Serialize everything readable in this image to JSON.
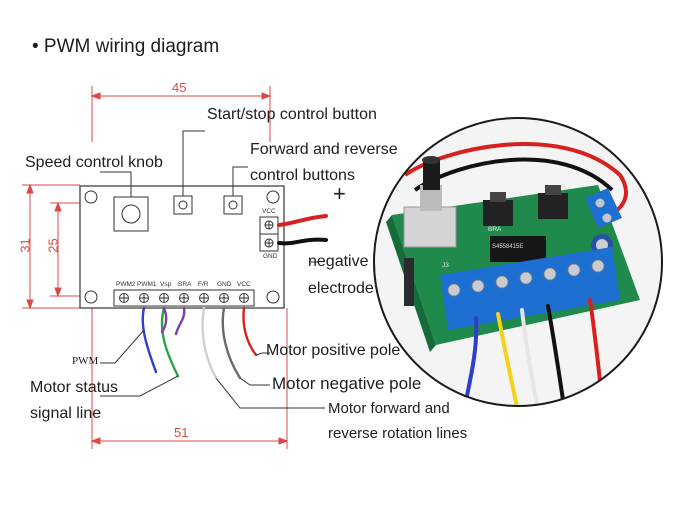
{
  "title": "• PWM wiring diagram",
  "dimensions": {
    "top_width": "45",
    "left_outer": "31",
    "left_inner": "25",
    "bottom_width": "51"
  },
  "callouts": {
    "start_stop": "Start/stop control button",
    "speed_knob": "Speed control knob",
    "fwd_rev_buttons_line1": "Forward and reverse",
    "fwd_rev_buttons_line2": "control buttons",
    "plus": "+",
    "negative_line1": "negative",
    "negative_line2": "electrode",
    "motor_positive": "Motor positive pole",
    "motor_negative": "Motor negative pole",
    "fwd_rev_lines_line1": "Motor forward and",
    "fwd_rev_lines_line2": "reverse rotation lines",
    "pwm": "PWM",
    "status_line1": "Motor status",
    "status_line2": "signal line"
  },
  "board_labels": {
    "vcc_top": "VCC",
    "gnd_top": "GND",
    "pin_pwm2": "PWM2",
    "pin_pwm1": "PWM1",
    "pin_vsp": "Vsp",
    "pin_bra": "BRA",
    "pin_fr": "F/R",
    "pin_gnd": "GND",
    "pin_vcc": "VCC"
  },
  "photo_labels": {
    "bra": "BRA",
    "j3": "J3",
    "chip": "S4558415E"
  },
  "colors": {
    "dimension": "#d84a4a",
    "pcb_green": "#1f8a4c",
    "terminal_blue": "#1d6fd1",
    "wire_red": "#d8201f",
    "wire_black": "#111111",
    "wire_purple": "#7b3fb0",
    "wire_blue": "#2f3fc8",
    "wire_green": "#2aa24a",
    "wire_white": "#e6e6e6",
    "wire_gray": "#6a6a6a",
    "wire_yellow": "#f2d21a"
  }
}
